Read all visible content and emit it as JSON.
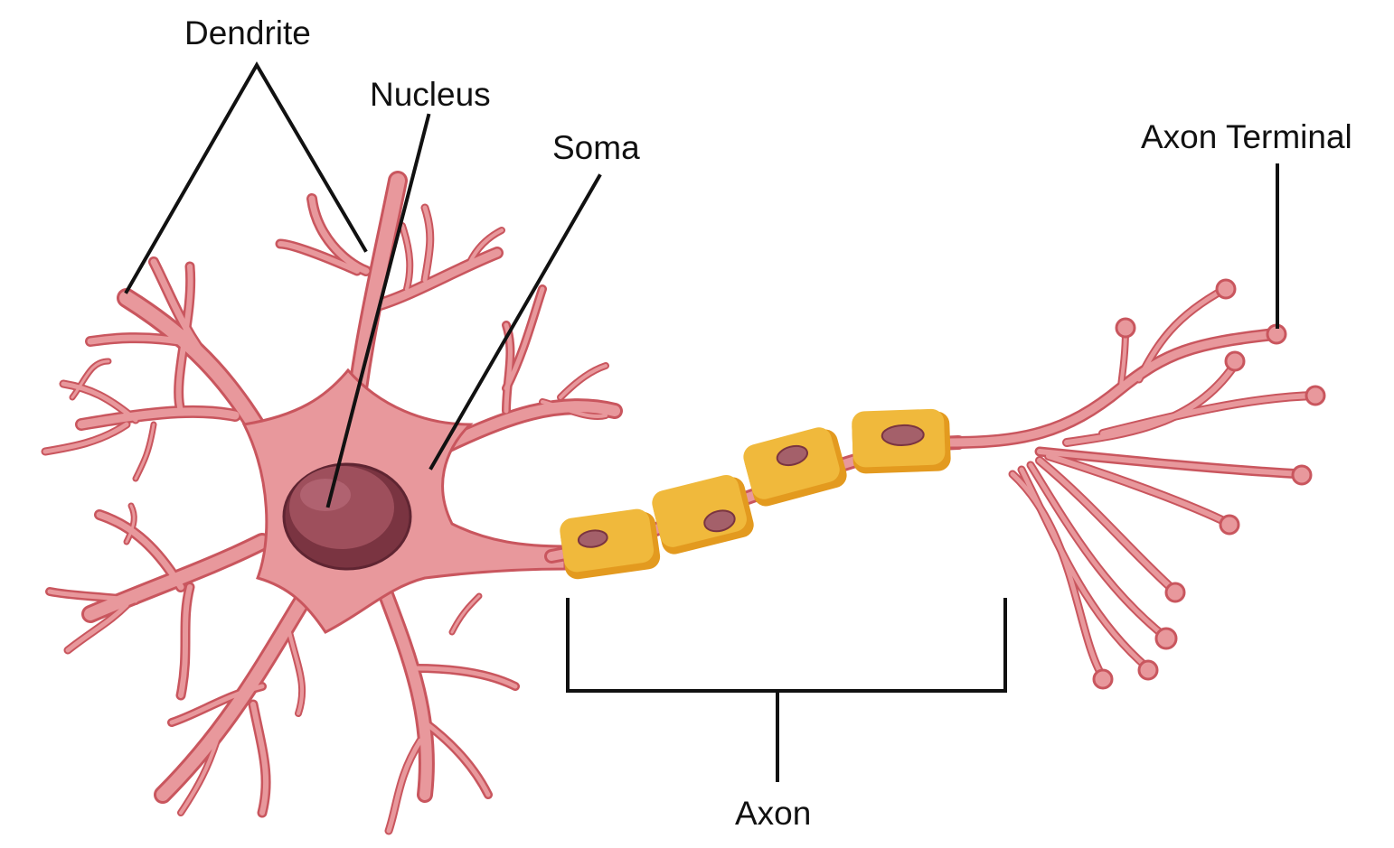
{
  "diagram": {
    "labels": {
      "dendrite": "Dendrite",
      "nucleus": "Nucleus",
      "soma": "Soma",
      "axon_terminal": "Axon Terminal",
      "axon": "Axon"
    },
    "colors": {
      "neuron_fill": "#e8989c",
      "neuron_outline": "#c9565e",
      "nucleus_fill": "#9e4f5c",
      "nucleus_dark": "#7a3441",
      "myelin_fill": "#f0b93c",
      "myelin_shade": "#e39a1f",
      "myelin_nucleus": "#a4606a",
      "leader_line": "#111111",
      "background": "#ffffff"
    }
  }
}
